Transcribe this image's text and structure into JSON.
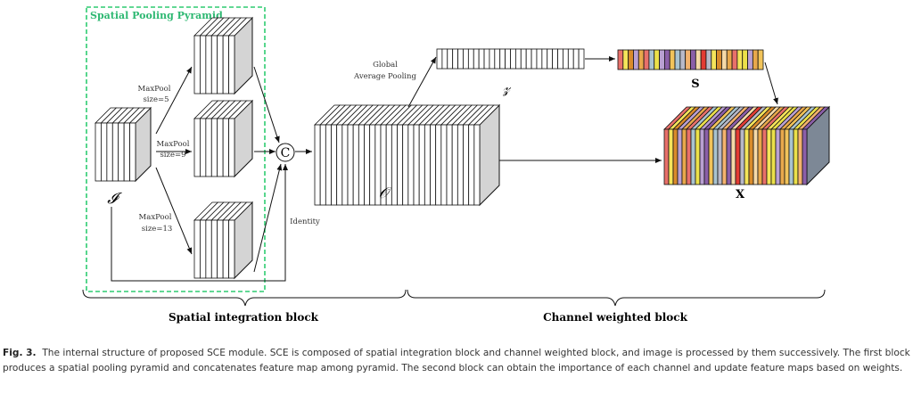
{
  "diagram": {
    "pyramid_title": "Spatial Pooling Pyramid",
    "maxpool_1": [
      "MaxPool",
      "size=5"
    ],
    "maxpool_2": [
      "MaxPool",
      "size=9"
    ],
    "maxpool_3": [
      "MaxPool",
      "size=13"
    ],
    "input_label": "𝓘",
    "concat_symbol": "C",
    "identity_label": "Identity",
    "output_label": "𝒪",
    "gap_label": [
      "Global",
      "Average Pooling"
    ],
    "z_label": "𝓏",
    "s_label": "S",
    "x_label": "X",
    "block1_label": "Spatial integration block",
    "block2_label": "Channel weighted block",
    "accent_color": "#2ecc71",
    "stripe_palette": [
      "#e8706a",
      "#f1c35a",
      "#f5d9a8",
      "#b9a0d2",
      "#f3b26e",
      "#f5e45a",
      "#a9c3cf",
      "#e23b33",
      "#e8a84c",
      "#8b5fa8",
      "#d98b2b",
      "#ebe04a",
      "#b8b8c8"
    ]
  },
  "caption": {
    "fig_label": "Fig. 3.",
    "text": "The internal structure of proposed SCE module. SCE is composed of spatial integration block and channel weighted block, and image is processed by them successively. The first block produces a spatial pooling pyramid and concatenates feature map among pyramid. The second block can obtain the importance of each channel and update feature maps based on weights."
  }
}
